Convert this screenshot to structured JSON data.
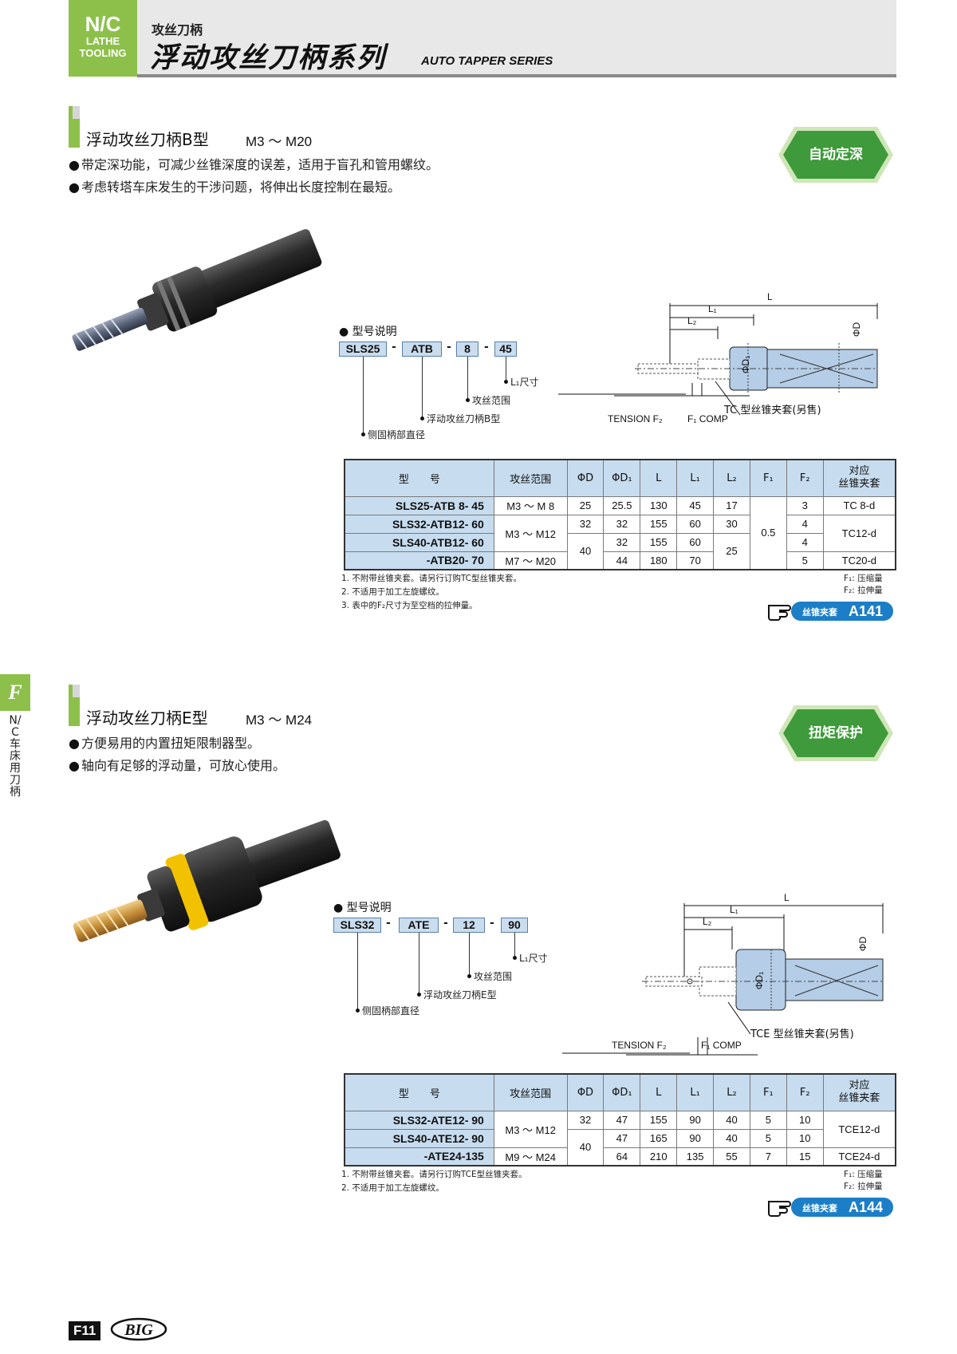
{
  "header": {
    "tag_main": "N/C",
    "tag_sub1": "LATHE",
    "tag_sub2": "TOOLING",
    "small_title": "攻丝刀柄",
    "big_title": "浮动攻丝刀柄系列",
    "en_title": "AUTO TAPPER SERIES"
  },
  "side": {
    "letter": "F",
    "text": "N/C车床用刀柄"
  },
  "sectionB": {
    "title": "浮动攻丝刀柄B型",
    "range": "M3 ～ M20",
    "bullets": [
      "带定深功能，可减少丝锥深度的误差，适用于盲孔和管用螺纹。",
      "考虑转塔车床发生的干涉问题，将伸出长度控制在最短。"
    ],
    "badge": "自动定深",
    "model": {
      "title": "● 型号说明",
      "codes": [
        "SLS25",
        "ATB",
        "8",
        "45"
      ],
      "labels": {
        "l1": "L₁尺寸",
        "range": "攻丝范围",
        "type": "浮动攻丝刀柄B型",
        "shank": "侧固柄部直径"
      }
    },
    "drawing": {
      "L": "L",
      "L1": "L₁",
      "L2": "L₂",
      "D": "ΦD",
      "D1": "ΦD₁",
      "collet": "TC 型丝锥夹套(另售)",
      "tension": "TENSION F₂",
      "comp": "F₁ COMP"
    },
    "table": {
      "headers": [
        "型　　号",
        "攻丝范围",
        "ΦD",
        "ΦD₁",
        "L",
        "L₁",
        "L₂",
        "F₁",
        "F₂",
        "对应\n丝锥夹套"
      ],
      "rows": [
        {
          "model": "SLS25-ATB 8- 45",
          "range": "M3 ～ M 8",
          "D": "25",
          "D1": "25.5",
          "L": "130",
          "L1": "45",
          "L2": "17",
          "F1": "0.5",
          "F2": "3",
          "collet": "TC 8-d"
        },
        {
          "model": "SLS32-ATB12- 60",
          "range": "M3 ～ M12",
          "D": "32",
          "D1": "32",
          "L": "155",
          "L1": "60",
          "L2": "30",
          "F1": "",
          "F2": "4",
          "collet": "TC12-d"
        },
        {
          "model": "SLS40-ATB12- 60",
          "range": "",
          "D": "40",
          "D1": "32",
          "L": "155",
          "L1": "60",
          "L2": "25",
          "F1": "",
          "F2": "4",
          "collet": ""
        },
        {
          "model": "-ATB20- 70",
          "range": "M7 ～ M20",
          "D": "",
          "D1": "44",
          "L": "180",
          "L1": "70",
          "L2": "",
          "F1": "",
          "F2": "5",
          "collet": "TC20-d"
        }
      ]
    },
    "notes": [
      "1. 不附带丝锥夹套。请另行订购TC型丝锥夹套。",
      "2. 不适用于加工左旋螺纹。",
      "3. 表中的F₂尺寸为至空档的拉伸量。"
    ],
    "fnotes": [
      "F₁: 压缩量",
      "F₂: 拉伸量"
    ],
    "ref_label": "丝锥夹套",
    "ref_page": "A141"
  },
  "sectionE": {
    "title": "浮动攻丝刀柄E型",
    "range": "M3 ～ M24",
    "bullets": [
      "方便易用的内置扭矩限制器型。",
      "轴向有足够的浮动量，可放心使用。"
    ],
    "badge": "扭矩保护",
    "model": {
      "title": "● 型号说明",
      "codes": [
        "SLS32",
        "ATE",
        "12",
        "90"
      ],
      "labels": {
        "l1": "L₁尺寸",
        "range": "攻丝范围",
        "type": "浮动攻丝刀柄E型",
        "shank": "侧固柄部直径"
      }
    },
    "drawing": {
      "L": "L",
      "L1": "L₁",
      "L2": "L₂",
      "D": "ΦD",
      "D1": "ΦD₁",
      "collet": "TCE 型丝锥夹套(另售)",
      "tension": "TENSION F₂",
      "comp": "F₁ COMP"
    },
    "table": {
      "headers": [
        "型　　号",
        "攻丝范围",
        "ΦD",
        "ΦD₁",
        "L",
        "L₁",
        "L₂",
        "F₁",
        "F₂",
        "对应\n丝锥夹套"
      ],
      "rows": [
        {
          "model": "SLS32-ATE12- 90",
          "range": "M3 ～ M12",
          "D": "32",
          "D1": "47",
          "L": "155",
          "L1": "90",
          "L2": "40",
          "F1": "5",
          "F2": "10",
          "collet": "TCE12-d"
        },
        {
          "model": "SLS40-ATE12- 90",
          "range": "",
          "D": "40",
          "D1": "47",
          "L": "165",
          "L1": "90",
          "L2": "40",
          "F1": "5",
          "F2": "10",
          "collet": ""
        },
        {
          "model": "-ATE24-135",
          "range": "M9 ～ M24",
          "D": "",
          "D1": "64",
          "L": "210",
          "L1": "135",
          "L2": "55",
          "F1": "7",
          "F2": "15",
          "collet": "TCE24-d"
        }
      ]
    },
    "notes": [
      "1. 不附带丝锥夹套。请另行订购TCE型丝锥夹套。",
      "2. 不适用于加工左旋螺纹。"
    ],
    "fnotes": [
      "F₁: 压缩量",
      "F₂: 拉伸量"
    ],
    "ref_label": "丝锥夹套",
    "ref_page": "A144"
  },
  "footer": {
    "page": "F11",
    "brand": "BIG"
  }
}
